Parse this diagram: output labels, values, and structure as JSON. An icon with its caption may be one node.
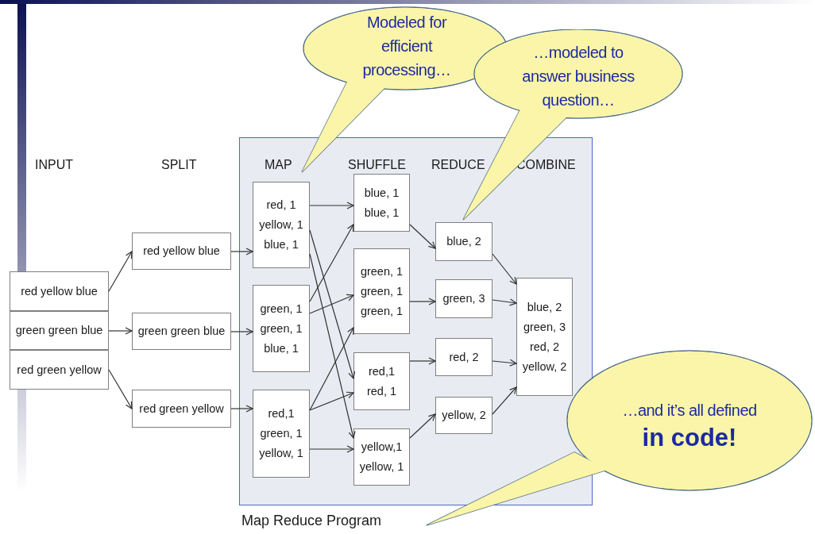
{
  "diagram": {
    "nodes": [
      {
        "text": [
          "Map Reduce Program"
        ]
      },
      {
        "text": [
          "red yellow blue"
        ]
      },
      {
        "text": [
          "green green blue"
        ]
      },
      {
        "text": [
          "red green yellow"
        ]
      },
      {
        "text": [
          "red yellow blue"
        ]
      },
      {
        "text": [
          "green green blue"
        ]
      },
      {
        "text": [
          "red green yellow"
        ]
      },
      {
        "text": [
          "red, 1",
          "yellow, 1",
          "blue, 1"
        ],
        "in": 0
      },
      {
        "text": [
          "green, 1",
          "green, 1",
          "blue, 1"
        ],
        "in": 0
      },
      {
        "text": [
          "red,1",
          "green, 1",
          "yellow, 1"
        ],
        "in": 0
      },
      {
        "text": [
          "blue, 1",
          "blue, 1"
        ],
        "in": 0
      },
      {
        "text": [
          "green, 1",
          "green, 1",
          "green, 1"
        ],
        "in": 0
      },
      {
        "text": [
          "red,1",
          "red, 1"
        ],
        "in": 0
      },
      {
        "text": [
          "yellow,1",
          "yellow, 1"
        ],
        "in": 0
      },
      {
        "text": [
          "blue, 2"
        ],
        "in": 0
      },
      {
        "text": [
          "green, 3"
        ],
        "in": 0
      },
      {
        "text": [
          "red, 2"
        ],
        "in": 0
      },
      {
        "text": [
          "yellow, 2"
        ],
        "in": 0
      },
      {
        "text": [
          "blue, 2",
          "green, 3",
          "red, 2",
          "yellow, 2"
        ],
        "in": 0
      },
      {
        "text": [
          "Modeled for efficient processing…"
        ]
      },
      {
        "text": [
          "…modeled to answer business question…"
        ]
      },
      {
        "text": [
          "…and it’s all defined",
          "in code!"
        ]
      }
    ],
    "edges": [
      {
        "from": 1,
        "to": 4,
        "arrow": "to"
      },
      {
        "from": 2,
        "to": 5,
        "arrow": "to"
      },
      {
        "from": 3,
        "to": 6,
        "arrow": "to"
      },
      {
        "from": 4,
        "to": 7,
        "arrow": "to"
      },
      {
        "from": 5,
        "to": 8,
        "arrow": "to"
      },
      {
        "from": 6,
        "to": 9,
        "arrow": "to"
      },
      {
        "from": 7,
        "to": 10,
        "arrow": "to"
      },
      {
        "from": 7,
        "to": 12,
        "arrow": "to"
      },
      {
        "from": 7,
        "to": 13,
        "arrow": "to"
      },
      {
        "from": 8,
        "to": 10,
        "arrow": "to"
      },
      {
        "from": 8,
        "to": 11,
        "arrow": "to"
      },
      {
        "from": 9,
        "to": 11,
        "arrow": "to"
      },
      {
        "from": 9,
        "to": 12,
        "arrow": "to"
      },
      {
        "from": 9,
        "to": 13,
        "arrow": "to"
      },
      {
        "from": 10,
        "to": 14,
        "arrow": "to"
      },
      {
        "from": 11,
        "to": 15,
        "arrow": "to"
      },
      {
        "from": 12,
        "to": 16,
        "arrow": "to"
      },
      {
        "from": 13,
        "to": 17,
        "arrow": "to"
      },
      {
        "from": 14,
        "to": 18,
        "arrow": "to"
      },
      {
        "from": 15,
        "to": 18,
        "arrow": "to"
      },
      {
        "from": 16,
        "to": 18,
        "arrow": "to"
      },
      {
        "from": 17,
        "to": 18,
        "arrow": "to"
      }
    ],
    "labels": [
      "INPUT",
      "SPLIT",
      "MAP",
      "SHUFFLE",
      "REDUCE",
      "COMBINE"
    ]
  }
}
